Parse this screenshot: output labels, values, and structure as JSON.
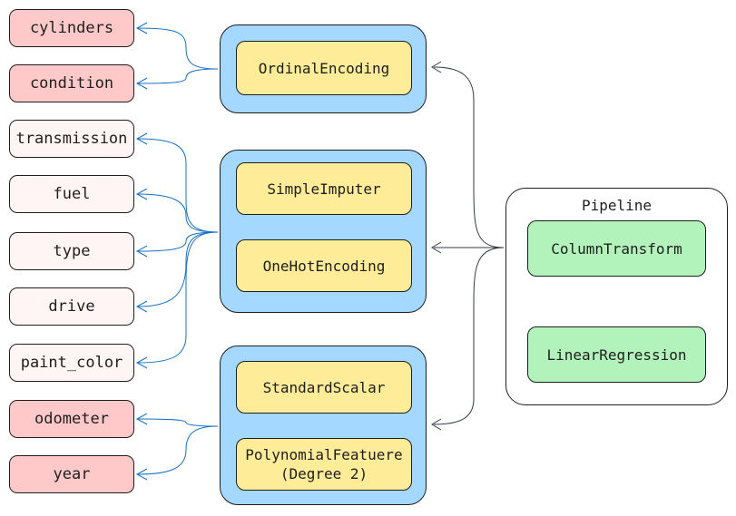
{
  "features": [
    {
      "label": "cylinders",
      "color": "#ffc9c9"
    },
    {
      "label": "condition",
      "color": "#ffc9c9"
    },
    {
      "label": "transmission",
      "color": "#fff5f5"
    },
    {
      "label": "fuel",
      "color": "#fff5f5"
    },
    {
      "label": "type",
      "color": "#fff5f5"
    },
    {
      "label": "drive",
      "color": "#fff5f5"
    },
    {
      "label": "paint_color",
      "color": "#fff5f5"
    },
    {
      "label": "odometer",
      "color": "#ffc9c9"
    },
    {
      "label": "year",
      "color": "#ffc9c9"
    }
  ],
  "transformers": {
    "ordinal": "OrdinalEncoding",
    "imputer": "SimpleImputer",
    "onehot": "OneHotEncoding",
    "scalar": "StandardScalar",
    "poly": "PolynomialFeatuere\n(Degree 2)"
  },
  "pipeline": {
    "title": "Pipeline",
    "steps": [
      "ColumnTransform",
      "LinearRegression"
    ]
  },
  "colors": {
    "categorical_feature": "#ffc9c9",
    "nominal_feature": "#fff5f5",
    "group": "#a5d8ff",
    "transformer": "#ffec99",
    "pipeline_step": "#b2f2bb",
    "connector": "#1971c2"
  }
}
